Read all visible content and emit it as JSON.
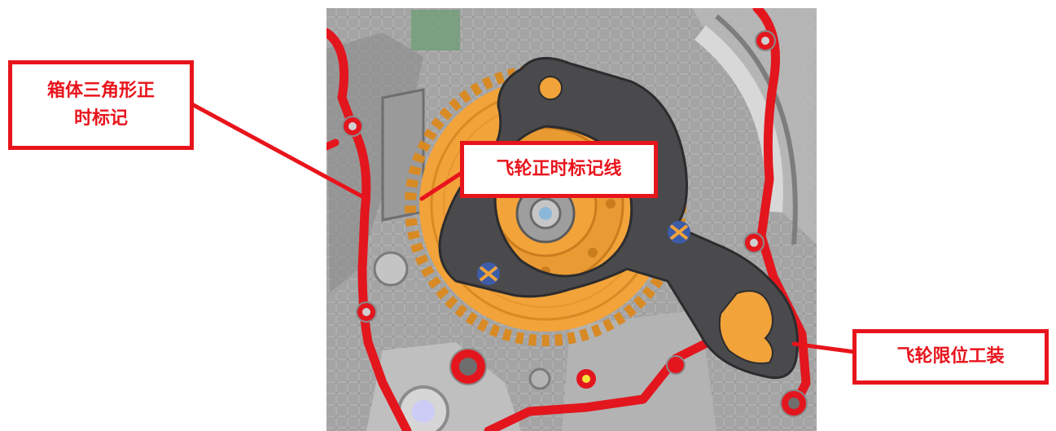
{
  "labels": {
    "box_marker": [
      "箱体三角形正",
      "时标记"
    ],
    "flywheel_line": "飞轮正时标记线",
    "locking_tool": "飞轮限位工装"
  },
  "colors": {
    "callout": "#e8141c",
    "gear": "#f2a33a",
    "gear_dark": "#d88a24",
    "tool": "#4a4a4c",
    "housing": "#a9a9a9",
    "seal": "#e3161e"
  }
}
